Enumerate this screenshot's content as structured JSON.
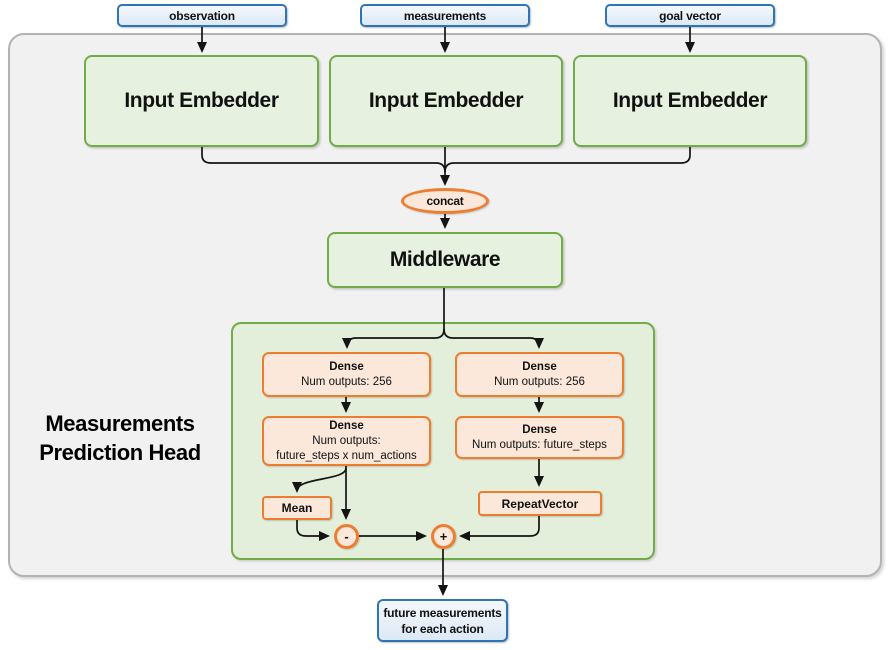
{
  "diagram": {
    "inputs": [
      {
        "label": "observation"
      },
      {
        "label": "measurements"
      },
      {
        "label": "goal vector"
      }
    ],
    "embedders": [
      {
        "label": "Input Embedder"
      },
      {
        "label": "Input Embedder"
      },
      {
        "label": "Input Embedder"
      }
    ],
    "concat": {
      "label": "concat"
    },
    "middleware": {
      "label": "Middleware"
    },
    "head": {
      "title_line1": "Measurements",
      "title_line2": "Prediction Head",
      "left": {
        "dense1": {
          "title": "Dense",
          "line1": "Num outputs: 256"
        },
        "dense2": {
          "title": "Dense",
          "line1": "Num outputs:",
          "line2": "future_steps x num_actions"
        },
        "mean": {
          "label": "Mean"
        },
        "minus": {
          "label": "-"
        }
      },
      "right": {
        "dense1": {
          "title": "Dense",
          "line1": "Num outputs: 256"
        },
        "dense2": {
          "title": "Dense",
          "line1": "Num outputs: future_steps"
        },
        "repeat_vector": {
          "label": "RepeatVector"
        },
        "plus": {
          "label": "+"
        }
      }
    },
    "output": {
      "line1": "future measurements",
      "line2": "for each action"
    },
    "colors": {
      "blue_border": "#2e75b6",
      "blue_fill": "#e6eef8",
      "green_border": "#70ad47",
      "green_fill": "#e7f1df",
      "green_container_fill": "#e4efdb",
      "orange_border": "#ed7d31",
      "orange_fill": "#fbe8da",
      "gray_container_fill": "#f1f1f2",
      "gray_border": "#b3b3b3",
      "connector": "#141414"
    }
  }
}
